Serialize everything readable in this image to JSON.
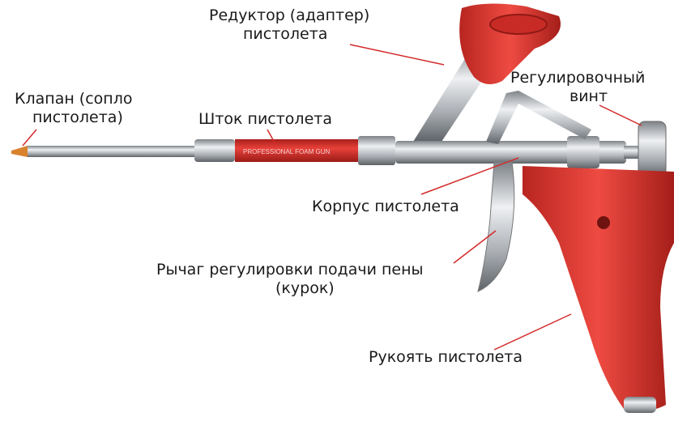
{
  "title_labels": {
    "reducer": [
      "Редуктор (адаптер)",
      "пистолета"
    ],
    "adjust_screw": [
      "Регулировочный",
      "винт"
    ],
    "valve": [
      "Клапан (сопло",
      "пистолета)"
    ],
    "rod": "Шток пистолета",
    "body": "Корпус пистолета",
    "trigger": [
      "Рычаг регулировки подачи пены",
      "(курок)"
    ],
    "handle": "Рукоять пистолета"
  },
  "gun_marking": "PROFESSIONAL FOAM GUN",
  "colors": {
    "accent_red": "#d9302a",
    "leader_line": "#d42a2a",
    "metal": "#b8bcc0"
  }
}
